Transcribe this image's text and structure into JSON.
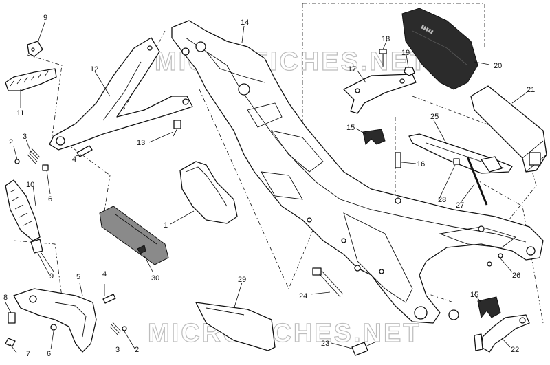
{
  "watermark": "MICROFICHES.NET",
  "part_labels": [
    "1",
    "2",
    "3",
    "4",
    "5",
    "6",
    "7",
    "8",
    "9",
    "10",
    "11",
    "12",
    "13",
    "14",
    "15",
    "16",
    "17",
    "18",
    "19",
    "20",
    "21",
    "22",
    "23",
    "24",
    "25",
    "26",
    "27",
    "28",
    "29",
    "30"
  ],
  "callouts": {
    "c1": "1",
    "c2a": "2",
    "c2b": "2",
    "c3a": "3",
    "c3b": "3",
    "c4a": "4",
    "c4b": "4",
    "c5": "5",
    "c6a": "6",
    "c6b": "6",
    "c7": "7",
    "c8": "8",
    "c9a": "9",
    "c9b": "9",
    "c10": "10",
    "c11": "11",
    "c12": "12",
    "c13": "13",
    "c14": "14",
    "c15a": "15",
    "c15b": "15",
    "c16": "16",
    "c17": "17",
    "c18": "18",
    "c19": "19",
    "c20": "20",
    "c21": "21",
    "c22": "22",
    "c23": "23",
    "c24": "24",
    "c25": "25",
    "c26": "26",
    "c27": "27",
    "c28": "28",
    "c29": "29",
    "c30": "30"
  },
  "colors": {
    "line": "#111111",
    "watermark": "#bdbdbd",
    "dark_part": "#2b2b2b"
  }
}
